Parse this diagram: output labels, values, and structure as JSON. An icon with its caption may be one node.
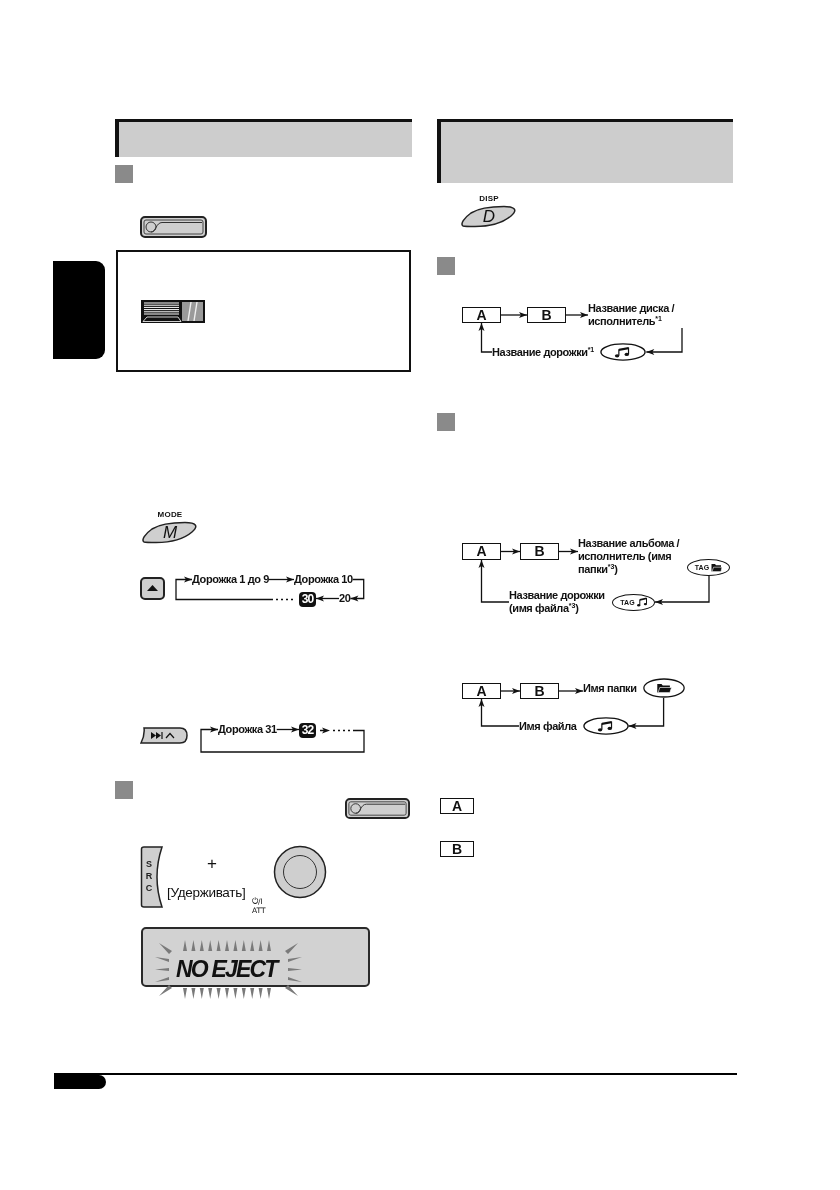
{
  "diagram": {
    "nodes": [
      {
        "text": [
          "MODE",
          "M"
        ]
      },
      {
        "text": [
          "Дорожка 1 до 9"
        ]
      },
      {
        "text": [
          "Дорожка 10"
        ]
      },
      {
        "text": [
          "20"
        ]
      },
      {
        "text": [
          "30"
        ]
      },
      {
        "text": [
          "Дорожка 31"
        ]
      },
      {
        "text": [
          "32"
        ]
      },
      {
        "text": [
          "S R C"
        ]
      },
      {
        "text": [
          "NO EJECT"
        ]
      },
      {
        "text": [
          "DISP",
          "D"
        ]
      },
      {
        "text": [
          "A"
        ]
      },
      {
        "text": [
          "B"
        ]
      },
      {
        "text": [
          "Название диска / исполнитель$^{*1}$"
        ]
      },
      {
        "text": [
          "Название дорожки$^{*1}$"
        ]
      },
      {
        "text": [
          "A"
        ]
      },
      {
        "text": [
          "B"
        ]
      },
      {
        "text": [
          "Название альбома / исполнитель (имя папки$^{*3}$)",
          "TAG"
        ]
      },
      {
        "text": [
          "Название дорожки (имя файла$^{*3}$)",
          "TAG"
        ]
      },
      {
        "text": [
          "A"
        ]
      },
      {
        "text": [
          "B"
        ]
      },
      {
        "text": [
          "Имя папки"
        ]
      },
      {
        "text": [
          "Имя файла"
        ]
      },
      {
        "text": [
          "A"
        ]
      },
      {
        "text": [
          "B"
        ]
      },
      {
        "text": [],
        "shape": "box"
      }
    ],
    "edges": [
      {
        "from": 1,
        "to": 2,
        "arrow": "to"
      },
      {
        "from": 2,
        "to": 3,
        "arrow": "to"
      },
      {
        "from": 3,
        "to": 4,
        "arrow": "to"
      },
      {
        "from": 4,
        "to": 1,
        "arrow": "to",
        "style": "dashed"
      },
      {
        "from": 5,
        "to": 6,
        "arrow": "to"
      },
      {
        "from": 6,
        "to": 5,
        "arrow": "to",
        "style": "dashed"
      },
      {
        "from": 10,
        "to": 11,
        "arrow": "to"
      },
      {
        "from": 11,
        "to": 12,
        "arrow": "to"
      },
      {
        "from": 12,
        "to": 13,
        "arrow": "to"
      },
      {
        "from": 13,
        "to": 10,
        "arrow": "to"
      },
      {
        "from": 14,
        "to": 15,
        "arrow": "to"
      },
      {
        "from": 15,
        "to": 16,
        "arrow": "to"
      },
      {
        "from": 16,
        "to": 17,
        "arrow": "to"
      },
      {
        "from": 17,
        "to": 14,
        "arrow": "to"
      },
      {
        "from": 18,
        "to": 19,
        "arrow": "to"
      },
      {
        "from": 19,
        "to": 20,
        "arrow": "to"
      },
      {
        "from": 20,
        "to": 21,
        "arrow": "to"
      },
      {
        "from": 21,
        "to": 18,
        "arrow": "to"
      }
    ],
    "labels": [
      "+",
      "[Удерживать]",
      "⏻/I ATT"
    ]
  }
}
